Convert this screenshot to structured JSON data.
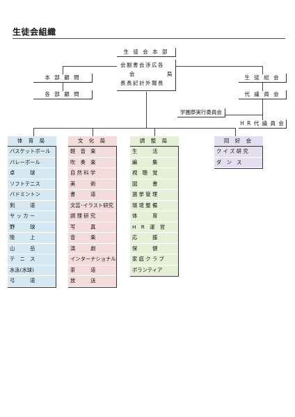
{
  "title": "生徒会組織",
  "colors": {
    "blue": "#d6e9f3",
    "red": "#f5dcdc",
    "green": "#e5f0d6",
    "purple": "#e3def0"
  },
  "nodes": {
    "headquarters": "生 徒 会 本 部",
    "officers_row1": "会副書会渉広各",
    "officers_row2a": "会",
    "officers_row2b": "局",
    "officers_row3": "長長記計外報長",
    "head_advisor": "本 部 顧 問",
    "dept_advisors": "各 部 顧 問",
    "general_assembly": "生 徒 総 会",
    "representative_council": "代 議 員 会",
    "hr_council": "H R 代 議 員 会",
    "festival_committee": "学園祭実行委員会"
  },
  "columns": [
    {
      "id": "sports",
      "title": "体 育 局",
      "color": "blue",
      "items": [
        "バスケットボール",
        "バレーボール",
        "卓　　　球",
        "ソフトテニス",
        "バドミントン",
        "剣　　　道",
        "サ ッ カ ー",
        "野　　　球",
        "陸　　　上",
        "山　　　岳",
        "テ　ニ　ス",
        "水泳(水球)",
        "弓　　　道"
      ]
    },
    {
      "id": "culture",
      "title": "文 化 局",
      "color": "red",
      "items": [
        "軽　音　楽",
        "吹　奏　楽",
        "自 然 科 学",
        "美　　　術",
        "書　　　道",
        "文芸･イラスト研究",
        "調 理 研 究",
        "写　　　真",
        "音　　　楽",
        "演　　　劇",
        "インターナショナル",
        "茶　　　道",
        "放　　　送"
      ]
    },
    {
      "id": "coordination",
      "title": "調 整 局",
      "color": "green",
      "items": [
        "生　　　活",
        "編　　　集",
        "視　聴　覚",
        "図　　　書",
        "選 挙 管 理",
        "環 境 整 備",
        "体　　　育",
        "H　R　運　営",
        "応　　　援",
        "保　　　健",
        "家 庭 ク ラ ブ",
        "ボランティア"
      ]
    },
    {
      "id": "hobby",
      "title": "同 好 会",
      "color": "purple",
      "items": [
        "ク イ ズ 研 究",
        "ダ　ン　ス"
      ]
    }
  ]
}
